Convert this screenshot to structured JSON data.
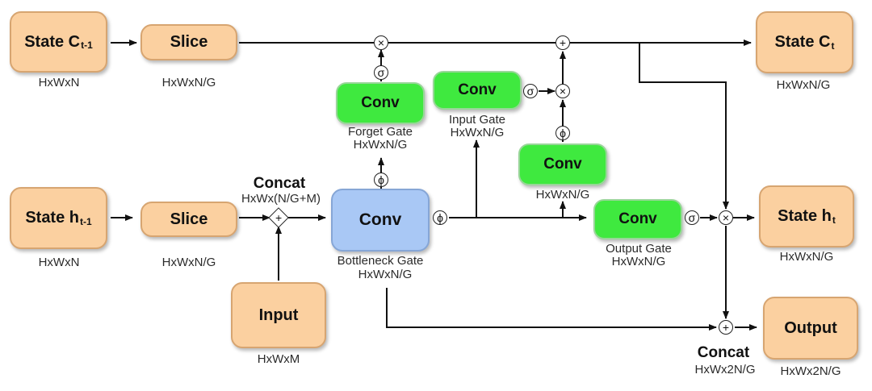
{
  "nodes": {
    "state_c_prev": {
      "label": "State C",
      "sub": "t-1",
      "dim": "HxWxN"
    },
    "slice_top": {
      "label": "Slice",
      "dim": "HxWxN/G"
    },
    "state_c_next": {
      "label": "State C",
      "sub": "t",
      "dim": "HxWxN/G"
    },
    "forget_conv": {
      "label": "Conv",
      "caption": "Forget Gate",
      "dim": "HxWxN/G"
    },
    "input_conv": {
      "label": "Conv",
      "caption": "Input Gate",
      "dim": "HxWxN/G"
    },
    "candidate_conv": {
      "label": "Conv",
      "dim": "HxWxN/G"
    },
    "state_h_prev": {
      "label": "State h",
      "sub": "t-1",
      "dim": "HxWxN"
    },
    "slice_bottom": {
      "label": "Slice",
      "dim": "HxWxN/G"
    },
    "concat_input": {
      "label": "Concat",
      "dim": "HxWx(N/G+M)"
    },
    "bottleneck_conv": {
      "label": "Conv",
      "caption": "Bottleneck Gate",
      "dim": "HxWxN/G"
    },
    "output_conv": {
      "label": "Conv",
      "caption": "Output Gate",
      "dim": "HxWxN/G"
    },
    "state_h_next": {
      "label": "State h",
      "sub": "t",
      "dim": "HxWxN/G"
    },
    "input": {
      "label": "Input",
      "dim": "HxWxM"
    },
    "output": {
      "label": "Output",
      "dim": "HxWx2N/G"
    },
    "concat_output": {
      "label": "Concat",
      "dim": "HxWx2N/G"
    }
  },
  "operators": {
    "multiply": "×",
    "add": "+",
    "sigmoid": "σ",
    "phi": "ϕ"
  },
  "colors": {
    "state_box": "#fbd0a0",
    "conv_gate": "#3fe93f",
    "bottleneck": "#a9c8f5",
    "line": "#111111"
  }
}
